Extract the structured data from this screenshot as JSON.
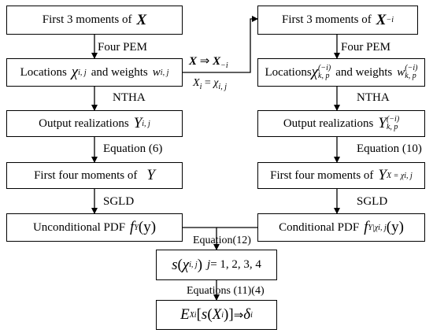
{
  "left": {
    "box1_text": "First 3 moments of",
    "label1": "Four PEM",
    "box2_text_a": "Locations",
    "box2_text_b": "and weights",
    "label2": "NTHA",
    "box3_text": "Output realizations",
    "label3": "Equation (6)",
    "box4_text": "First four moments of",
    "label4": "SGLD",
    "box5_text": "Unconditional PDF"
  },
  "middle": {
    "implies": " ⇒ ",
    "equals": " = "
  },
  "right": {
    "box1_text": "First 3 moments of",
    "label1": "Four PEM",
    "box2_text_a": "Locations",
    "box2_text_b": "and weights",
    "label2": "NTHA",
    "box3_text": "Output realizations",
    "label3": "Equation (10)",
    "box4_text": "First four moments of",
    "label4": "SGLD",
    "box5_text": "Conditional PDF"
  },
  "bottom": {
    "label1": "Equation(12)",
    "j_values": " = 1, 2, 3, 4",
    "label2": "Equations (11)(4)"
  },
  "math": {
    "X": "X",
    "chi": "χ",
    "w": "w",
    "Y": "Y",
    "f": "f",
    "s": "s",
    "j": "j",
    "E": "E",
    "delta": "δ",
    "sub_ij": "i, j",
    "sub_i": "i",
    "sub_minus_i": "−i",
    "sup_minus_i": "(−i)",
    "sub_kp": "k, p",
    "sub_Y": "Y",
    "sub_Y_given_chi": "Y|χi, j",
    "sub_X_eq_chi": "X = χi, j",
    "sub_Xi": "Xi",
    "paren_y": "(y)",
    "lparen": "(",
    "rparen": ")",
    "lbracket": "[",
    "rbracket": "]"
  }
}
